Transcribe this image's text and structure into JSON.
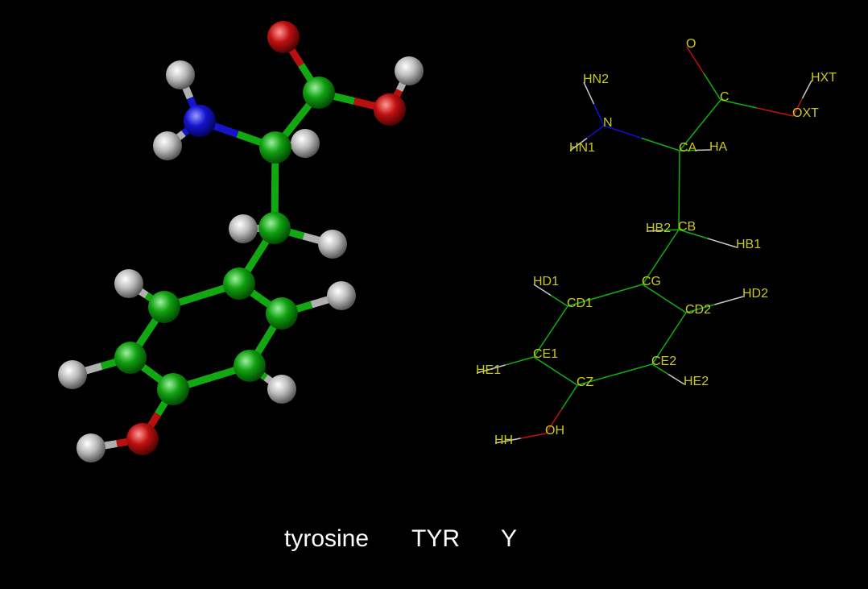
{
  "caption": {
    "name": "tyrosine",
    "three_letter": "TYR",
    "one_letter": "Y"
  },
  "colors": {
    "C": "#10b010",
    "N": "#1010d0",
    "O": "#c01010",
    "H": "#c8c8c8",
    "label": "#c8c81e"
  },
  "atoms": [
    {
      "name": "O",
      "element": "O"
    },
    {
      "name": "C",
      "element": "C"
    },
    {
      "name": "OXT",
      "element": "O"
    },
    {
      "name": "HXT",
      "element": "H"
    },
    {
      "name": "N",
      "element": "N"
    },
    {
      "name": "HN2",
      "element": "H"
    },
    {
      "name": "HN1",
      "element": "H"
    },
    {
      "name": "CA",
      "element": "C"
    },
    {
      "name": "HA",
      "element": "H"
    },
    {
      "name": "CB",
      "element": "C"
    },
    {
      "name": "HB2",
      "element": "H"
    },
    {
      "name": "HB1",
      "element": "H"
    },
    {
      "name": "CG",
      "element": "C"
    },
    {
      "name": "CD1",
      "element": "C"
    },
    {
      "name": "HD1",
      "element": "H"
    },
    {
      "name": "CD2",
      "element": "C"
    },
    {
      "name": "HD2",
      "element": "H"
    },
    {
      "name": "CE1",
      "element": "C"
    },
    {
      "name": "HE1",
      "element": "H"
    },
    {
      "name": "CE2",
      "element": "C"
    },
    {
      "name": "HE2",
      "element": "H"
    },
    {
      "name": "CZ",
      "element": "C"
    },
    {
      "name": "OH",
      "element": "O"
    },
    {
      "name": "HH",
      "element": "H"
    }
  ],
  "bonds": [
    [
      "C",
      "O"
    ],
    [
      "C",
      "OXT"
    ],
    [
      "OXT",
      "HXT"
    ],
    [
      "C",
      "CA"
    ],
    [
      "N",
      "CA"
    ],
    [
      "N",
      "HN2"
    ],
    [
      "N",
      "HN1"
    ],
    [
      "CA",
      "HA"
    ],
    [
      "CA",
      "CB"
    ],
    [
      "CB",
      "HB2"
    ],
    [
      "CB",
      "HB1"
    ],
    [
      "CB",
      "CG"
    ],
    [
      "CG",
      "CD1"
    ],
    [
      "CG",
      "CD2"
    ],
    [
      "CD1",
      "HD1"
    ],
    [
      "CD2",
      "HD2"
    ],
    [
      "CD1",
      "CE1"
    ],
    [
      "CD2",
      "CE2"
    ],
    [
      "CE1",
      "HE1"
    ],
    [
      "CE2",
      "HE2"
    ],
    [
      "CE1",
      "CZ"
    ],
    [
      "CE2",
      "CZ"
    ],
    [
      "CZ",
      "OH"
    ],
    [
      "OH",
      "HH"
    ]
  ]
}
